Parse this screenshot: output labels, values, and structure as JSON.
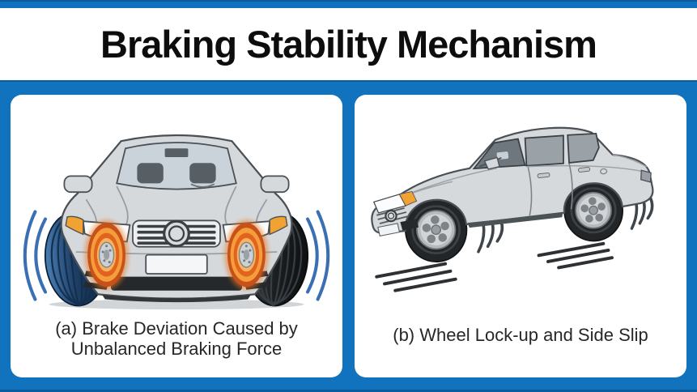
{
  "title": "Braking Stability Mechanism",
  "panel_a": {
    "caption_line1": "(a) Brake Deviation Caused by",
    "caption_line2": "Unbalanced Braking Force"
  },
  "panel_b": {
    "caption": "(b) Wheel Lock-up and Side Slip"
  },
  "colors": {
    "background-blue": "#1173bd",
    "border-blue-dark": "#0c5da0",
    "panel-white": "#ffffff",
    "title-color": "#0d0d0d",
    "caption-color": "#272727",
    "car-silver": "#d6d9dc",
    "car-outline": "#4a5055",
    "glass-light": "#c9d3d9",
    "glass-dark": "#6e767e",
    "glass-side": "#9aa2a8",
    "tire-dark": "#232629",
    "tire-blue": "#1e3f66",
    "brake-orange": "#f59d3a",
    "brake-deep-orange": "#d4531a",
    "signal-orange": "#f0a232",
    "vibration-blue": "#3b6fb3",
    "skid-gray": "#2e3134"
  },
  "illustrations": {
    "panel_a": "front-view car with glowing unbalanced brake discs and vibration waves",
    "panel_b": "three-quarter view car skidding with locked wheels, motion arcs and skid marks"
  }
}
